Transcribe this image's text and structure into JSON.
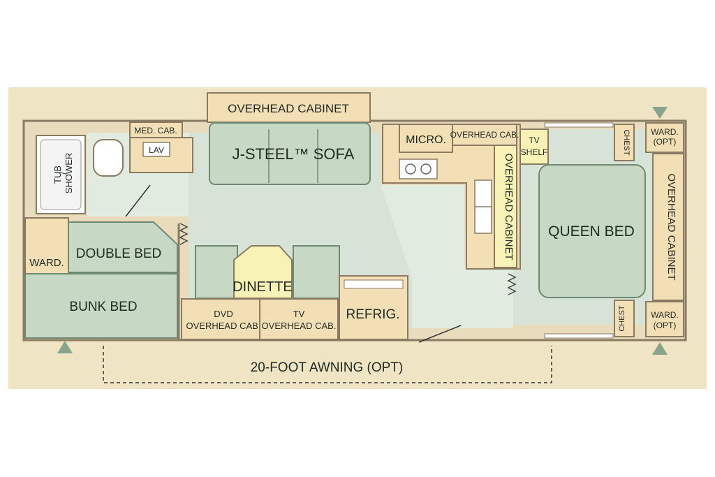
{
  "colors": {
    "background": "#efe4c4",
    "floor": "#d7e3d6",
    "floor_light": "#e2ebe0",
    "cabinet": "#f3dfb6",
    "furniture_green": "#c7d9c5",
    "wall": "#8a7a62",
    "yellow": "#f8f2b6",
    "marker": "#8aa38c"
  },
  "labels": {
    "overhead_cabinet_top": "OVERHEAD CABINET",
    "sofa": "J-STEEL™ SOFA",
    "med_cab": "MED. CAB.",
    "lav": "LAV",
    "tub_shower_1": "TUB",
    "tub_shower_2": "/",
    "tub_shower_3": "SHOWER",
    "micro": "MICRO.",
    "overhead_cab_kitchen": "OVERHEAD CAB.",
    "tv_shelf_1": "TV",
    "tv_shelf_2": "SHELF",
    "overhead_cabinet_vertical": "OVERHEAD CABINET",
    "chest_top": "CHEST",
    "chest_bottom": "CHEST",
    "ward_opt_top_1": "WARD.",
    "ward_opt_top_2": "(OPT)",
    "ward_opt_bottom_1": "WARD.",
    "ward_opt_bottom_2": "(OPT)",
    "overhead_cabinet_right": "OVERHEAD CABINET",
    "queen_bed": "QUEEN BED",
    "ward": "WARD.",
    "double_bed": "DOUBLE BED",
    "bunk_bed": "BUNK BED",
    "dinette": "DINETTE",
    "dvd_cab_1": "DVD",
    "dvd_cab_2": "OVERHEAD CAB.",
    "tv_cab_1": "TV",
    "tv_cab_2": "OVERHEAD CAB.",
    "refrig": "REFRIG.",
    "awning": "20-FOOT AWNING (OPT)"
  }
}
